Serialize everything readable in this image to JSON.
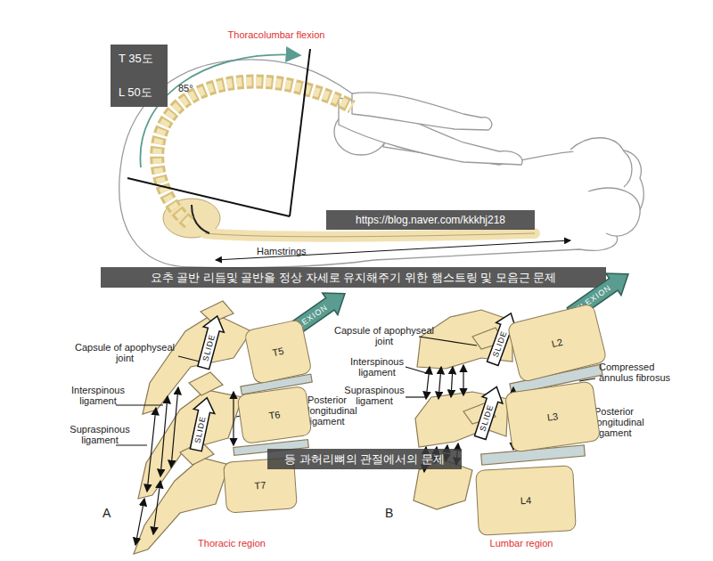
{
  "diagram": {
    "title": "Thoracolumbar flexion",
    "nodes": [
      {
        "text": [
          "T 35도",
          "L 50도"
        ]
      },
      {
        "text": [
          "https://blog.naver.com/kkkhj218"
        ]
      },
      {
        "text": [
          "요추 골반 리듬및 골반을 정상 자세로 유지해주기 위한 햄스트링 및 모음근 문제"
        ]
      },
      {
        "text": [
          "SLIDE"
        ]
      },
      {
        "text": [
          "FLEXION"
        ]
      },
      {
        "text": [
          "T5"
        ]
      },
      {
        "text": [
          "SLIDE"
        ]
      },
      {
        "text": [
          "T6"
        ]
      },
      {
        "text": [
          "T7"
        ]
      },
      {
        "text": [
          "SLIDE"
        ]
      },
      {
        "text": [
          "FLEXION"
        ]
      },
      {
        "text": [
          "L2"
        ]
      },
      {
        "text": [
          "SLIDE"
        ]
      },
      {
        "text": [
          "L3"
        ]
      },
      {
        "text": [
          "L4"
        ]
      },
      {
        "text": [
          "등 과허리뼈의 관절에서의 문제"
        ]
      }
    ],
    "labels": [
      "85°",
      "Hamstrings",
      "Capsule of apophyseal joint",
      "Interspinous ligament",
      "Supraspinous ligament",
      "Posterior longitudinal ligament",
      "A",
      "Thoracic region",
      "Capsule of apophyseal joint",
      "Interspinous ligament",
      "Supraspinous ligament",
      "Compressed annulus fibrosus",
      "Posterior longitudinal ligament",
      "B",
      "Lumbar region"
    ]
  }
}
